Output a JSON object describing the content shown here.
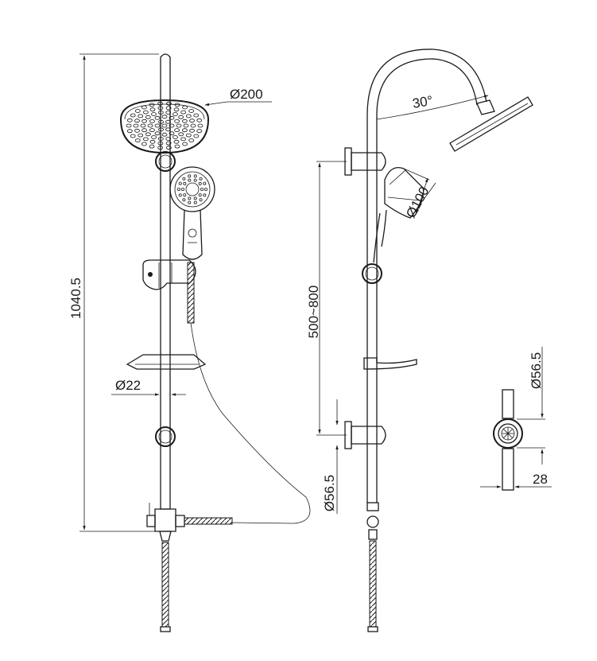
{
  "dimensions": {
    "shower_head_diameter": "Ø200",
    "total_height": "1040.5",
    "rail_diameter": "Ø22",
    "adjust_range": "500~800",
    "head_angle": "30°",
    "hand_shower_diameter": "Ø100",
    "bracket_diameter_side": "Ø56.5",
    "bracket_diameter_detail": "Ø56.5",
    "bracket_depth": "28"
  },
  "colors": {
    "line": "#1a1a1a",
    "background": "#ffffff"
  }
}
